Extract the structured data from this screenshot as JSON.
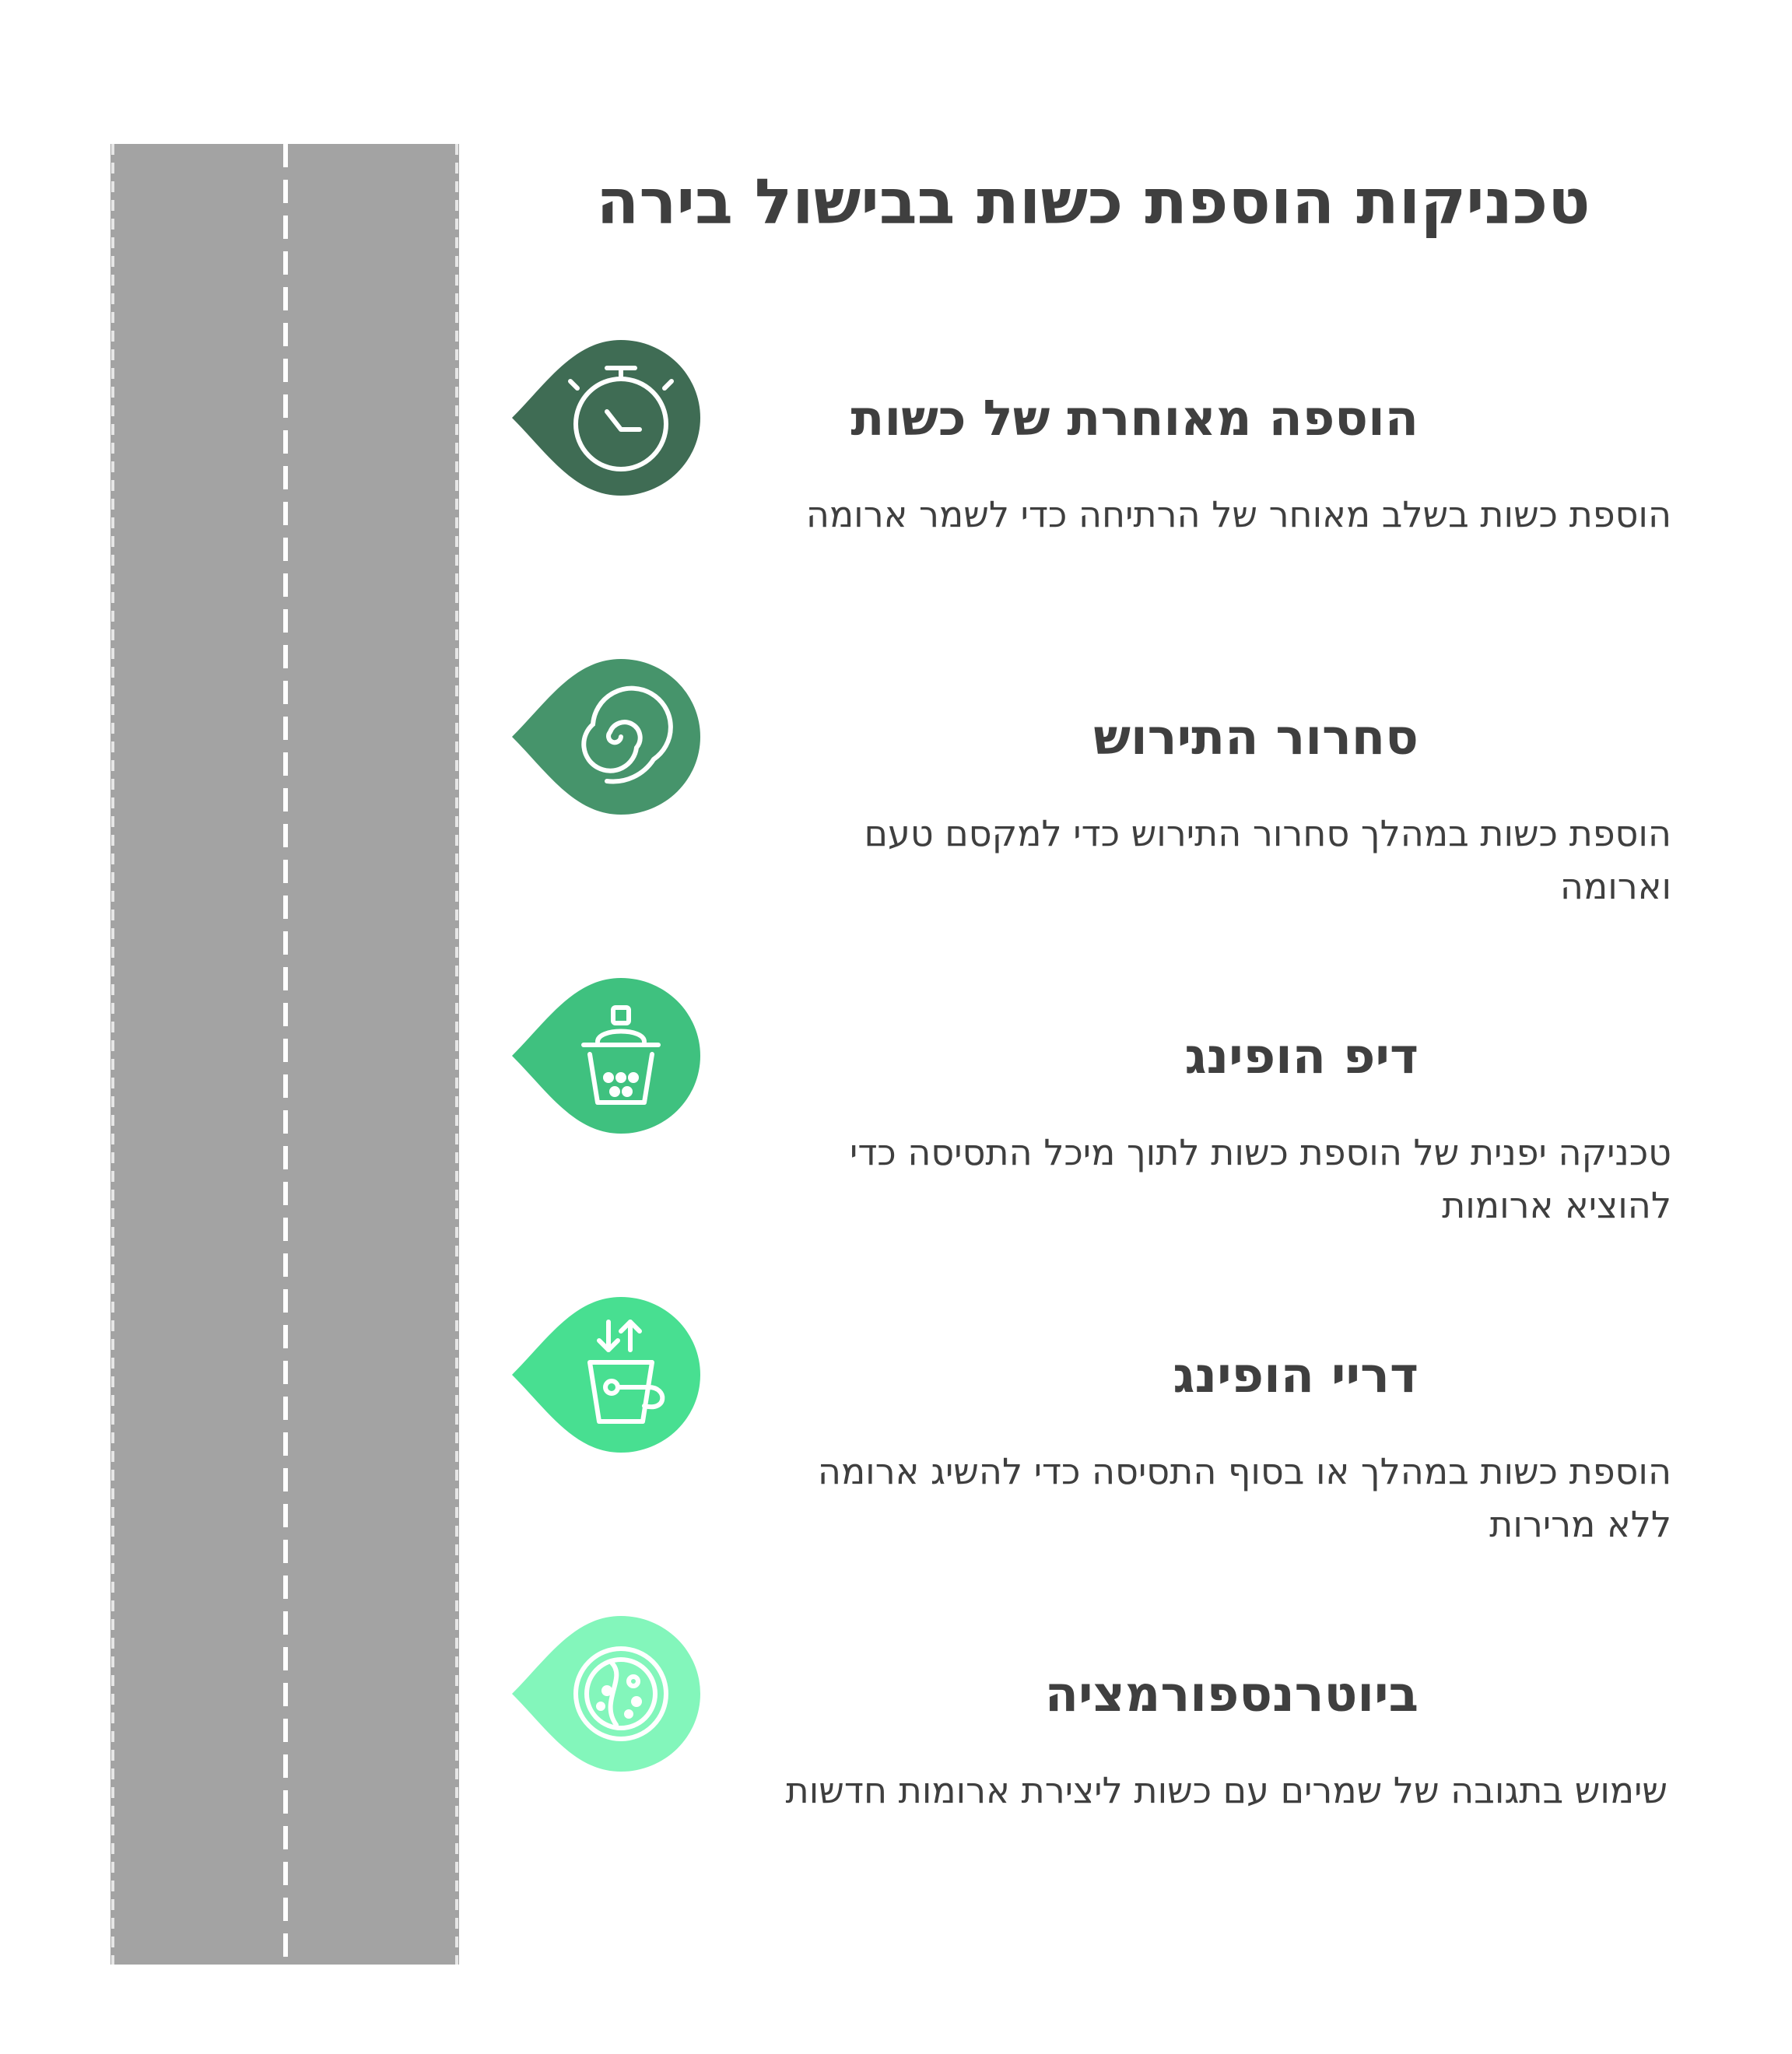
{
  "title": "טכניקות הוספת כשות בבישול בירה",
  "steps": [
    {
      "title": "הוספה מאוחרת של כשות",
      "description": "הוספת כשות בשלב מאוחר של הרתיחה כדי לשמר ארומה",
      "color": "#3f6c54",
      "icon": "stopwatch-icon"
    },
    {
      "title": "סחרור התירוש",
      "description": "הוספת כשות במהלך סחרור התירוש כדי למקסם טעם וארומה",
      "color": "#46946b",
      "icon": "swirl-icon"
    },
    {
      "title": "דיפ הופינג",
      "description": "טכניקה יפנית של הוספת כשות לתוך מיכל התסיסה כדי להוציא ארומות",
      "color": "#3fc17f",
      "icon": "bubble-cup-icon"
    },
    {
      "title": "דריי הופינג",
      "description": "הוספת כשות במהלך או בסוף התסיסה כדי להשיג ארומה ללא מרירות",
      "color": "#48df91",
      "icon": "bucket-arrows-icon"
    },
    {
      "title": "ביוטרנספורמציה",
      "description": "שימוש בתגובה של שמרים עם כשות ליצירת ארומות חדשות",
      "color": "#83f6bb",
      "icon": "petri-dish-icon"
    }
  ]
}
